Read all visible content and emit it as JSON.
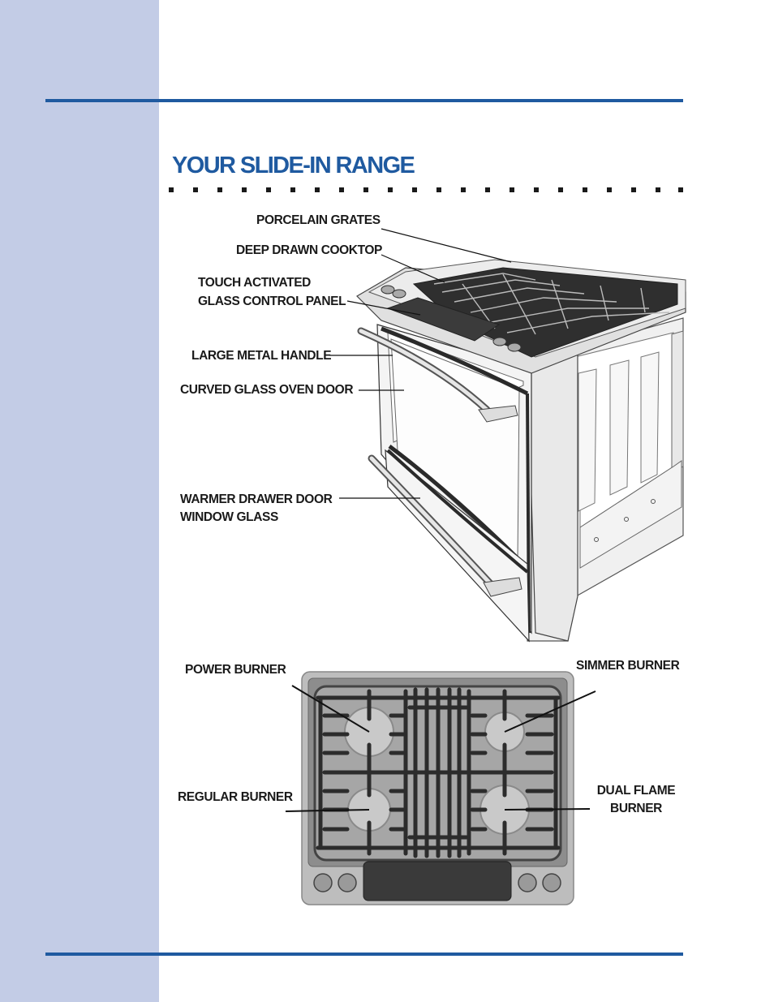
{
  "page": {
    "title": "YOUR SLIDE-IN RANGE",
    "colors": {
      "sidebar": "#c3cce6",
      "accent": "#1f5aa0"
    }
  },
  "range_labels": {
    "porcelain_grates": "PORCELAIN GRATES",
    "deep_drawn_cooktop": "DEEP DRAWN COOKTOP",
    "touch_panel_line1": "TOUCH ACTIVATED",
    "touch_panel_line2": "GLASS CONTROL PANEL",
    "large_metal_handle": "LARGE METAL HANDLE",
    "curved_glass_door": "CURVED GLASS OVEN DOOR",
    "warmer_drawer_line1": "WARMER DRAWER DOOR",
    "warmer_drawer_line2": "WINDOW GLASS"
  },
  "cooktop_labels": {
    "power_burner": "POWER BURNER",
    "simmer_burner": "SIMMER BURNER",
    "regular_burner": "REGULAR BURNER",
    "dual_flame_line1": "DUAL FLAME",
    "dual_flame_line2": "BURNER"
  }
}
